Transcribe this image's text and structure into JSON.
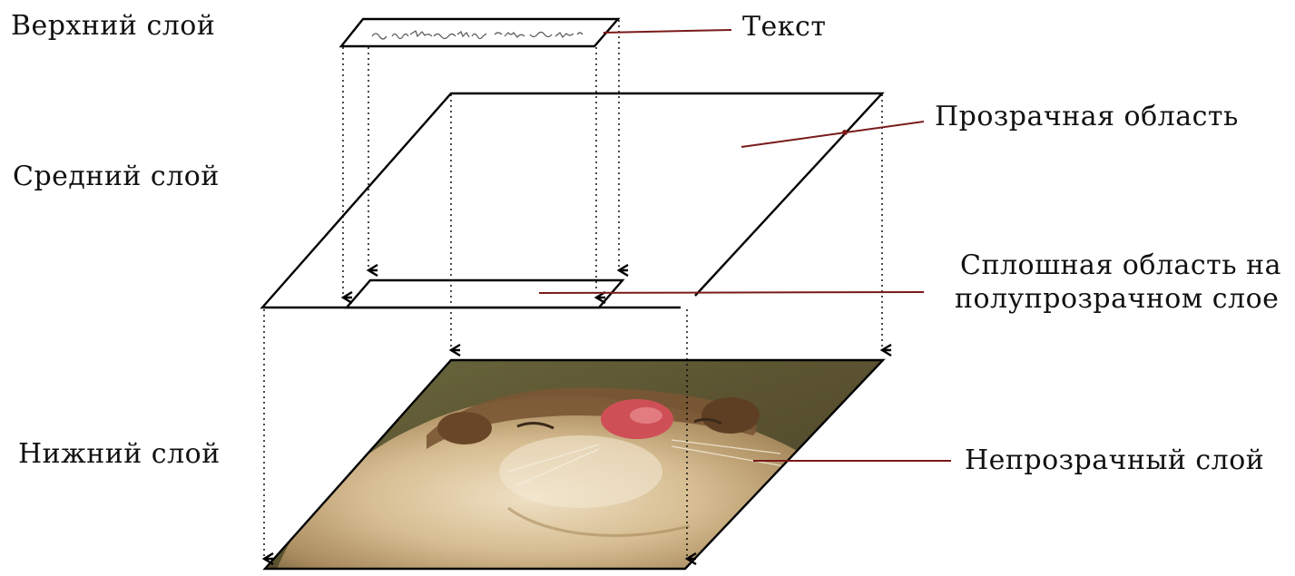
{
  "layers": {
    "top": "Верхний слой",
    "middle": "Средний слой",
    "bottom": "Нижний слой"
  },
  "callouts": {
    "text": "Текст",
    "transparent_area": "Прозрачная область",
    "solid_area_line1": "Сплошная область на",
    "solid_area_line2": "полупрозрачном слое",
    "opaque_layer": "Непрозрачный слой"
  },
  "colors": {
    "outline": "#000000",
    "leader": "#7a1a1a",
    "fur_light": "#d9c39a",
    "fur_dark": "#6e4a2a",
    "background_photo": "#5c5430",
    "nose": "#d2535a"
  }
}
